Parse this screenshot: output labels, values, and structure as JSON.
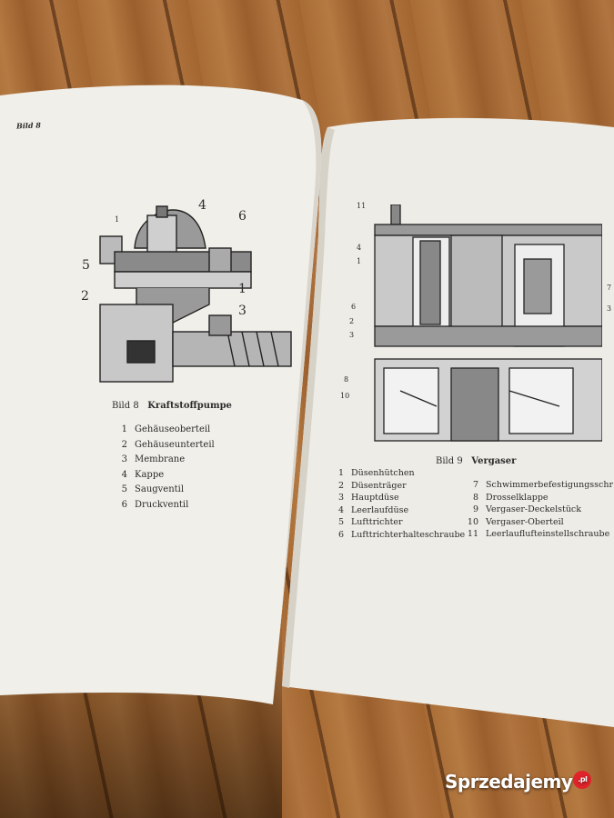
{
  "left_page": {
    "header": "Bild 8",
    "caption_prefix": "Bild 8",
    "caption_title": "Kraftstoffpumpe",
    "callouts": [
      "1",
      "4",
      "6",
      "5",
      "2",
      "1",
      "3"
    ],
    "legend": [
      {
        "n": "1",
        "label": "Gehäuseoberteil"
      },
      {
        "n": "2",
        "label": "Gehäuseunterteil"
      },
      {
        "n": "3",
        "label": "Membrane"
      },
      {
        "n": "4",
        "label": "Kappe"
      },
      {
        "n": "5",
        "label": "Saugventil"
      },
      {
        "n": "6",
        "label": "Druckventil"
      }
    ]
  },
  "right_page": {
    "caption_prefix": "Bild 9",
    "caption_title": "Vergaser",
    "callouts_left": [
      "11",
      "4",
      "1",
      "6",
      "2",
      "3",
      "8",
      "10"
    ],
    "callouts_right": [
      "7",
      "3"
    ],
    "legend_left": [
      {
        "n": "1",
        "label": "Düsenhütchen"
      },
      {
        "n": "2",
        "label": "Düsenträger"
      },
      {
        "n": "3",
        "label": "Hauptdüse"
      },
      {
        "n": "4",
        "label": "Leerlaufdüse"
      },
      {
        "n": "5",
        "label": "Lufttrichter"
      },
      {
        "n": "6",
        "label": "Lufttrichterhalteschraube"
      }
    ],
    "legend_right": [
      {
        "n": "7",
        "label": "Schwimmerbefestigungsschr"
      },
      {
        "n": "8",
        "label": "Drosselklappe"
      },
      {
        "n": "9",
        "label": "Vergaser-Deckelstück"
      },
      {
        "n": "10",
        "label": "Vergaser-Oberteil"
      },
      {
        "n": "11",
        "label": "Leerlaufluftеinstellschraube"
      }
    ]
  },
  "watermark": {
    "brand": "Sprzedajemy",
    "badge": ".pl"
  }
}
